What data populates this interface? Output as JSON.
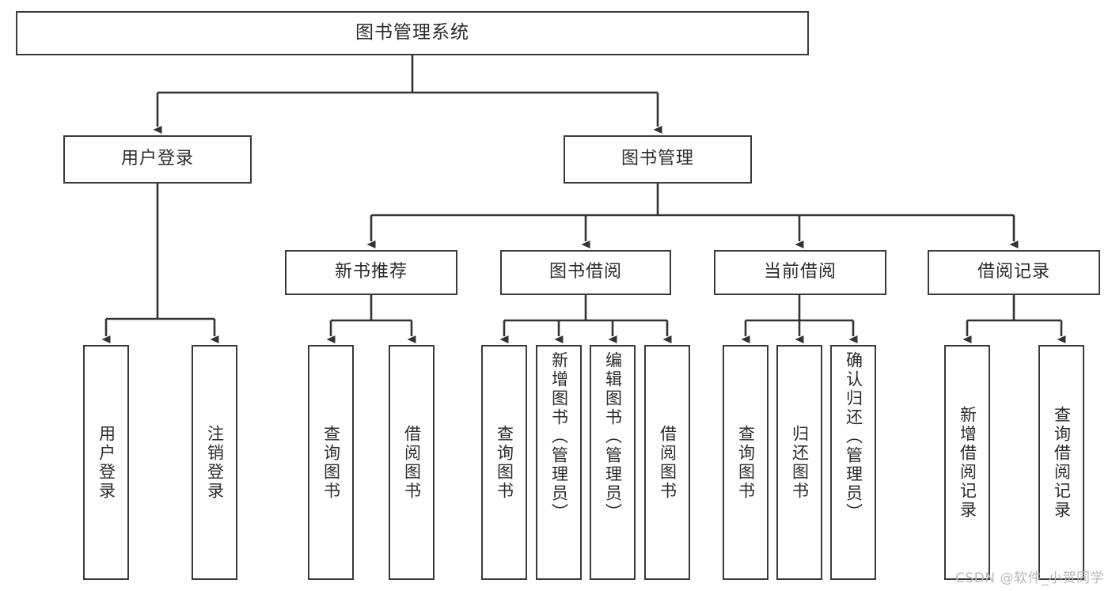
{
  "diagram": {
    "title": "图书管理系统",
    "type": "tree",
    "watermark": "CSDN @软件_小贺同学",
    "stroke_color": "#3a3a3a",
    "text_color": "#2b2b2b",
    "background_color": "#ffffff",
    "nodes": {
      "root": {
        "label": "图书管理系统"
      },
      "level1": [
        {
          "id": "user-login",
          "label": "用户登录"
        },
        {
          "id": "book-manage",
          "label": "图书管理"
        }
      ],
      "level2": [
        {
          "id": "new-book-recommend",
          "label": "新书推荐"
        },
        {
          "id": "book-borrow",
          "label": "图书借阅"
        },
        {
          "id": "current-borrow",
          "label": "当前借阅"
        },
        {
          "id": "borrow-record",
          "label": "借阅记录"
        }
      ],
      "leaves": {
        "user-login": [
          {
            "id": "leaf-user-login",
            "label": "用户登录"
          },
          {
            "id": "leaf-logout-login",
            "label": "注销登录"
          }
        ],
        "new-book-recommend": [
          {
            "id": "leaf-query-book-1",
            "label": "查询图书"
          },
          {
            "id": "leaf-borrow-book-1",
            "label": "借阅图书"
          }
        ],
        "book-borrow": [
          {
            "id": "leaf-query-book-2",
            "label": "查询图书"
          },
          {
            "id": "leaf-add-book",
            "label": "新增图书（管理员）"
          },
          {
            "id": "leaf-edit-book",
            "label": "编辑图书（管理员）"
          },
          {
            "id": "leaf-borrow-book-2",
            "label": "借阅图书"
          }
        ],
        "current-borrow": [
          {
            "id": "leaf-query-book-3",
            "label": "查询图书"
          },
          {
            "id": "leaf-return-book",
            "label": "归还图书"
          },
          {
            "id": "leaf-confirm-return",
            "label": "确认归还（管理员）"
          }
        ],
        "borrow-record": [
          {
            "id": "leaf-add-record",
            "label": "新增借阅记录"
          },
          {
            "id": "leaf-query-record",
            "label": "查询借阅记录"
          }
        ]
      }
    }
  }
}
